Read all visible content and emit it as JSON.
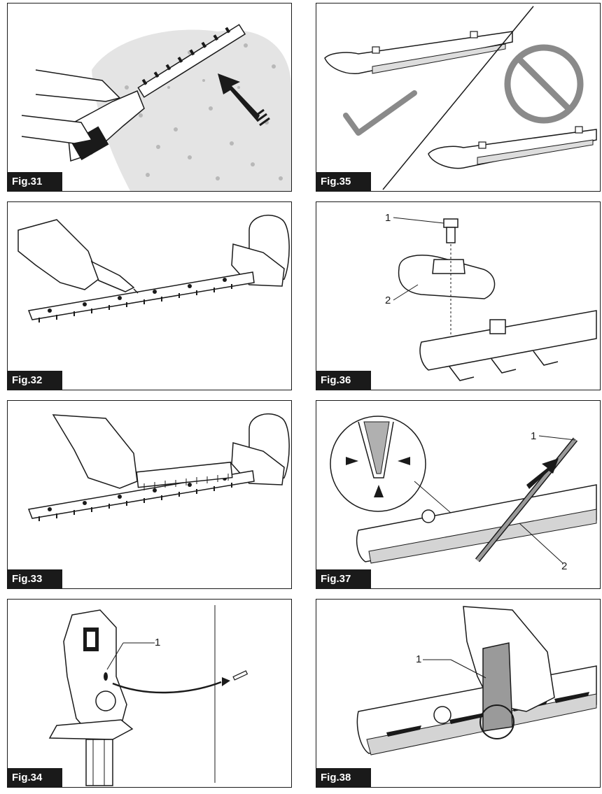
{
  "figures": [
    {
      "label": "Fig.31"
    },
    {
      "label": "Fig.35"
    },
    {
      "label": "Fig.32"
    },
    {
      "label": "Fig.36",
      "callouts": [
        "1",
        "2"
      ]
    },
    {
      "label": "Fig.33"
    },
    {
      "label": "Fig.37",
      "callouts": [
        "1",
        "2"
      ]
    },
    {
      "label": "Fig.34",
      "callouts": [
        "1"
      ]
    },
    {
      "label": "Fig.38",
      "callouts": [
        "1"
      ]
    }
  ]
}
